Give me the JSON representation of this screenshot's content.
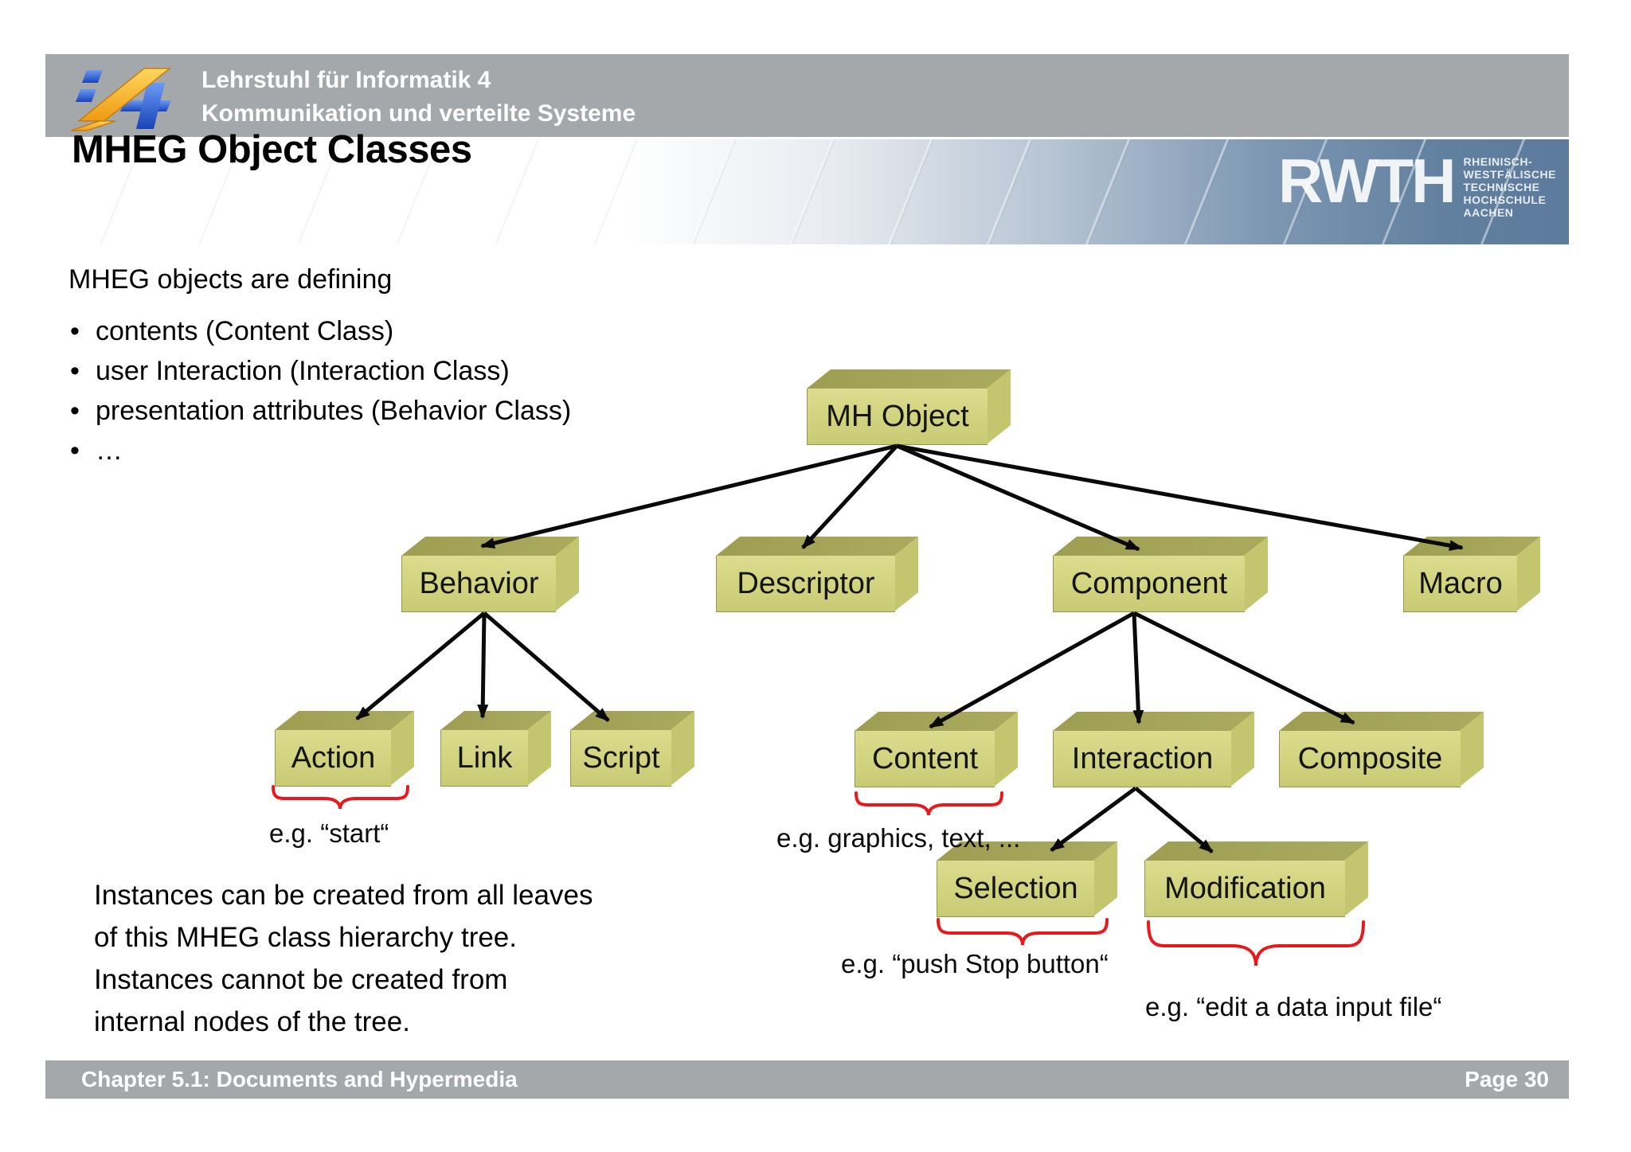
{
  "header": {
    "line1": "Lehrstuhl für Informatik 4",
    "line2": "Kommunikation und verteilte Systeme"
  },
  "banner": {
    "rwth": "RWTH",
    "institution_lines": [
      "RHEINISCH-",
      "WESTFÄLISCHE",
      "TECHNISCHE",
      "HOCHSCHULE",
      "AACHEN"
    ]
  },
  "title": "MHEG Object Classes",
  "intro": {
    "lead": "MHEG objects are defining",
    "bullets": [
      "contents (Content Class)",
      "user Interaction (Interaction Class)",
      "presentation attributes (Behavior Class)",
      "…"
    ]
  },
  "tree": {
    "nodes": {
      "mh": {
        "label": "MH Object"
      },
      "behavior": {
        "label": "Behavior"
      },
      "descriptor": {
        "label": "Descriptor"
      },
      "component": {
        "label": "Component"
      },
      "macro": {
        "label": "Macro"
      },
      "action": {
        "label": "Action"
      },
      "link": {
        "label": "Link"
      },
      "script": {
        "label": "Script"
      },
      "content": {
        "label": "Content"
      },
      "interaction": {
        "label": "Interaction"
      },
      "composite": {
        "label": "Composite"
      },
      "selection": {
        "label": "Selection"
      },
      "modification": {
        "label": "Modification"
      }
    },
    "edges": [
      [
        "MH Object",
        "Behavior"
      ],
      [
        "MH Object",
        "Descriptor"
      ],
      [
        "MH Object",
        "Component"
      ],
      [
        "MH Object",
        "Macro"
      ],
      [
        "Behavior",
        "Action"
      ],
      [
        "Behavior",
        "Link"
      ],
      [
        "Behavior",
        "Script"
      ],
      [
        "Component",
        "Content"
      ],
      [
        "Component",
        "Interaction"
      ],
      [
        "Component",
        "Composite"
      ],
      [
        "Interaction",
        "Selection"
      ],
      [
        "Interaction",
        "Modification"
      ]
    ]
  },
  "annotations": {
    "action": "e.g. “start“",
    "content": "e.g. graphics, text, ...",
    "selection": "e.g. “push Stop button“",
    "modification": "e.g. “edit a data input file“"
  },
  "note": {
    "lines": [
      "Instances can be created from all leaves",
      "of this MHEG class hierarchy tree.",
      "Instances cannot be created from",
      "internal nodes of the tree."
    ]
  },
  "footer": {
    "left": "Chapter 5.1: Documents and Hypermedia",
    "right": "Page 30"
  },
  "colors": {
    "bar_gray": "#a5a8ab",
    "box_front": "#d2d37f",
    "box_top": "#a2a356",
    "box_side": "#c4c56f",
    "annotation_red": "#e8191c",
    "arrow_black": "#0a0a0a",
    "banner_blue": "#5c7b9d"
  }
}
